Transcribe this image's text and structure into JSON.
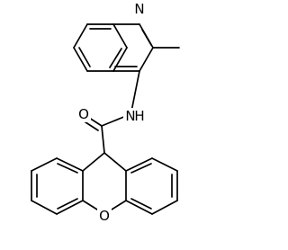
{
  "molecule": {
    "atoms": {
      "quinoline_n": "N",
      "amide_nh": "N",
      "amide_h": "H",
      "carbonyl_o": "O",
      "xanthene_o": "O"
    }
  }
}
